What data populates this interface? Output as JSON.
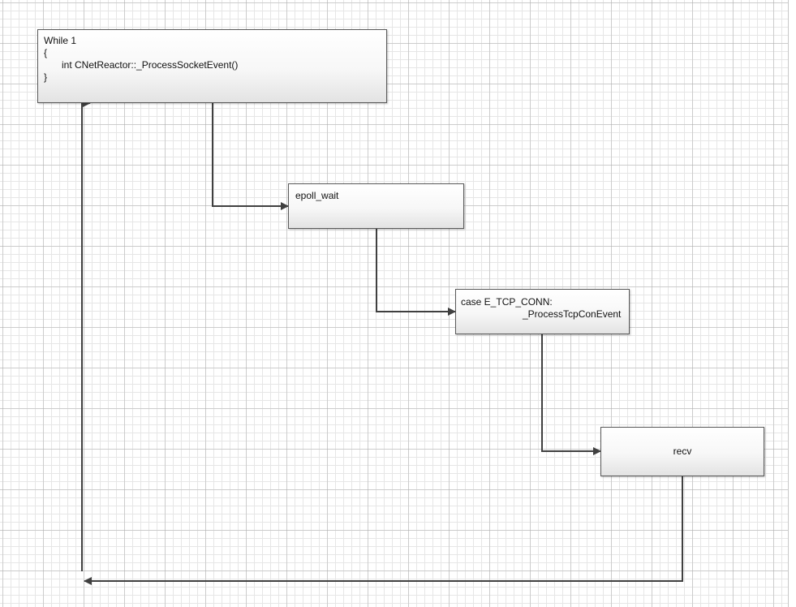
{
  "diagram": {
    "type": "flowchart",
    "nodes": [
      {
        "id": "while-loop",
        "lines": [
          "While 1",
          "{",
          "int CNetReactor::_ProcessSocketEvent()",
          "}"
        ]
      },
      {
        "id": "epoll-wait",
        "lines": [
          "epoll_wait"
        ]
      },
      {
        "id": "case-tcp-conn",
        "lines": [
          "case E_TCP_CONN:",
          "_ProcessTcpConEvent"
        ]
      },
      {
        "id": "recv",
        "lines": [
          "recv"
        ]
      }
    ],
    "edges": [
      {
        "from": "while-loop",
        "to": "epoll-wait"
      },
      {
        "from": "epoll-wait",
        "to": "case-tcp-conn"
      },
      {
        "from": "case-tcp-conn",
        "to": "recv"
      },
      {
        "from": "recv",
        "to": "while-loop"
      }
    ],
    "colors": {
      "line": "#404040",
      "node_border": "#595959",
      "grid_minor": "#e6e6e6"
    }
  }
}
